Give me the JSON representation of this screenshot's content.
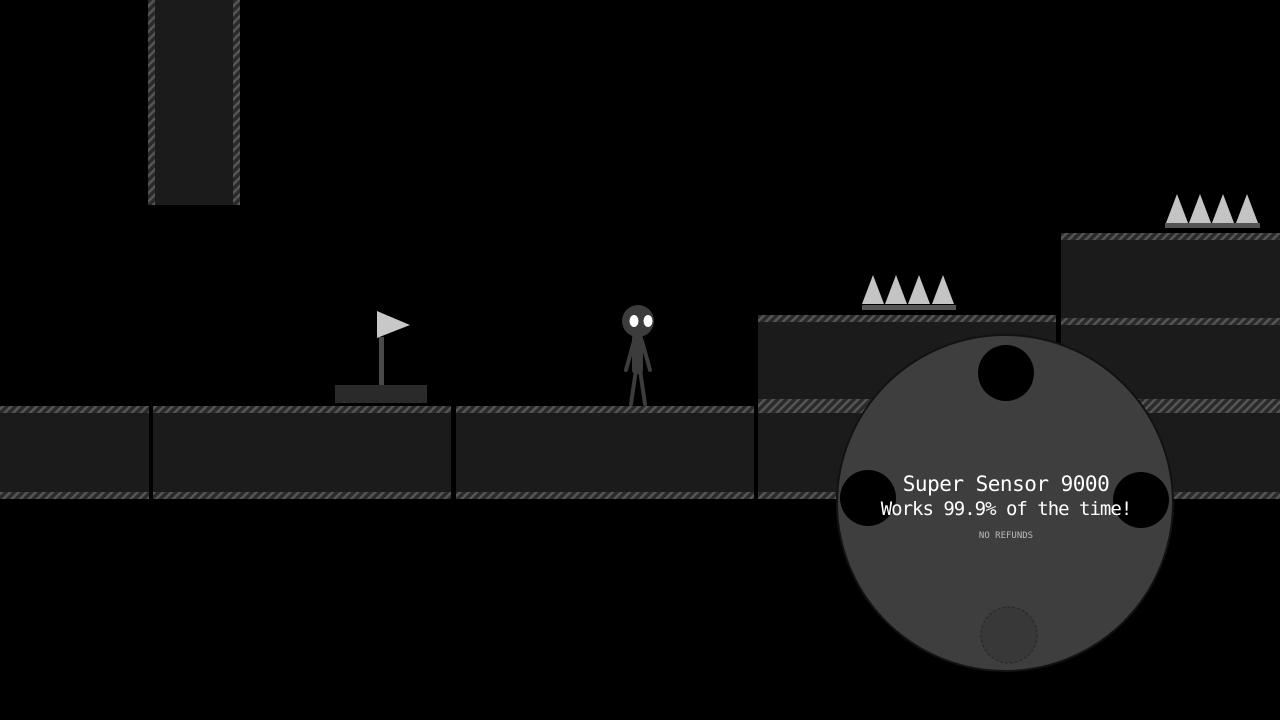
{
  "colors": {
    "background": "#000000",
    "block_fill": "#1b1b1b",
    "block_edge": "#3a3a3a",
    "hazard_stripe": "#555555",
    "spike": "#c4c4c4",
    "flag": "#c8c8c8",
    "flag_base": "#2a2a2a",
    "character_body": "#3c3c3c",
    "character_eyes": "#ffffff",
    "sensor_disc": "#3e3e3e",
    "sensor_hole": "#000000",
    "sensor_text": "#ffffff",
    "sensor_subtext": "#bbbbbb"
  },
  "icons": {
    "flag": "checkpoint-flag-icon",
    "spikes": "spike-hazard-icon",
    "player": "stick-figure-player"
  },
  "sensor": {
    "title": "Super Sensor 9000",
    "tagline": "Works 99.9% of the time!",
    "disclaimer": "NO REFUNDS"
  }
}
